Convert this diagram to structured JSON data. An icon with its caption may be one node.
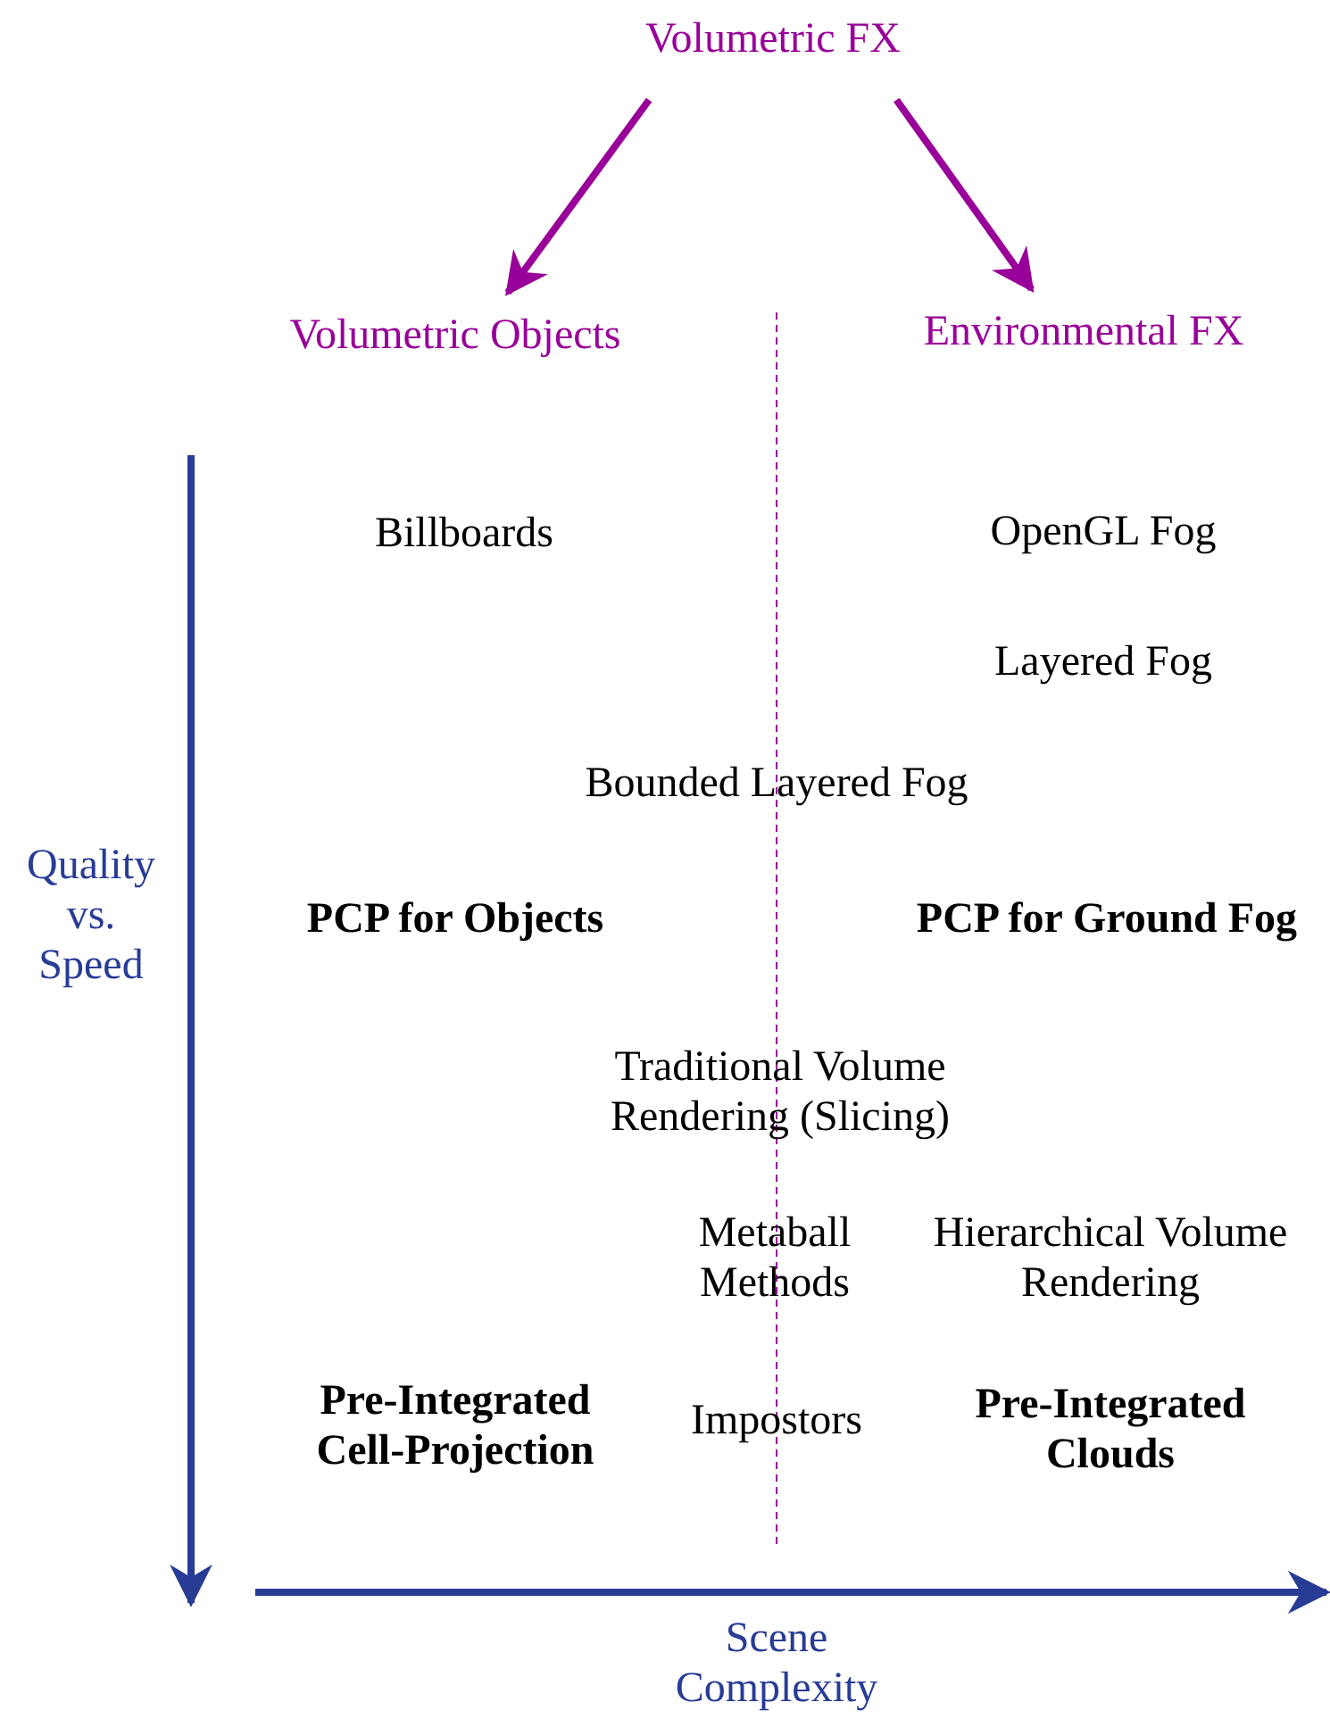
{
  "diagram": {
    "nodes": [
      {
        "text": [
          "Volumetric FX"
        ]
      },
      {
        "text": [
          "Volumetric Objects"
        ]
      },
      {
        "text": [
          "Environmental FX"
        ]
      }
    ],
    "edges": [
      {
        "from": 0,
        "to": 1,
        "arrow": "to"
      },
      {
        "from": 0,
        "to": 2,
        "arrow": "to"
      }
    ],
    "labels": [
      "Billboards",
      "OpenGL Fog",
      "Layered Fog",
      "Bounded Layered Fog",
      "Quality vs. Speed",
      "PCP for Objects",
      "PCP for Ground Fog",
      "Traditional Volume Rendering (Slicing)",
      "Metaball Methods",
      "Hierarchical Volume Rendering",
      "Pre-Integrated Cell-Projection",
      "Impostors",
      "Pre-Integrated Clouds",
      "Scene Complexity"
    ]
  }
}
